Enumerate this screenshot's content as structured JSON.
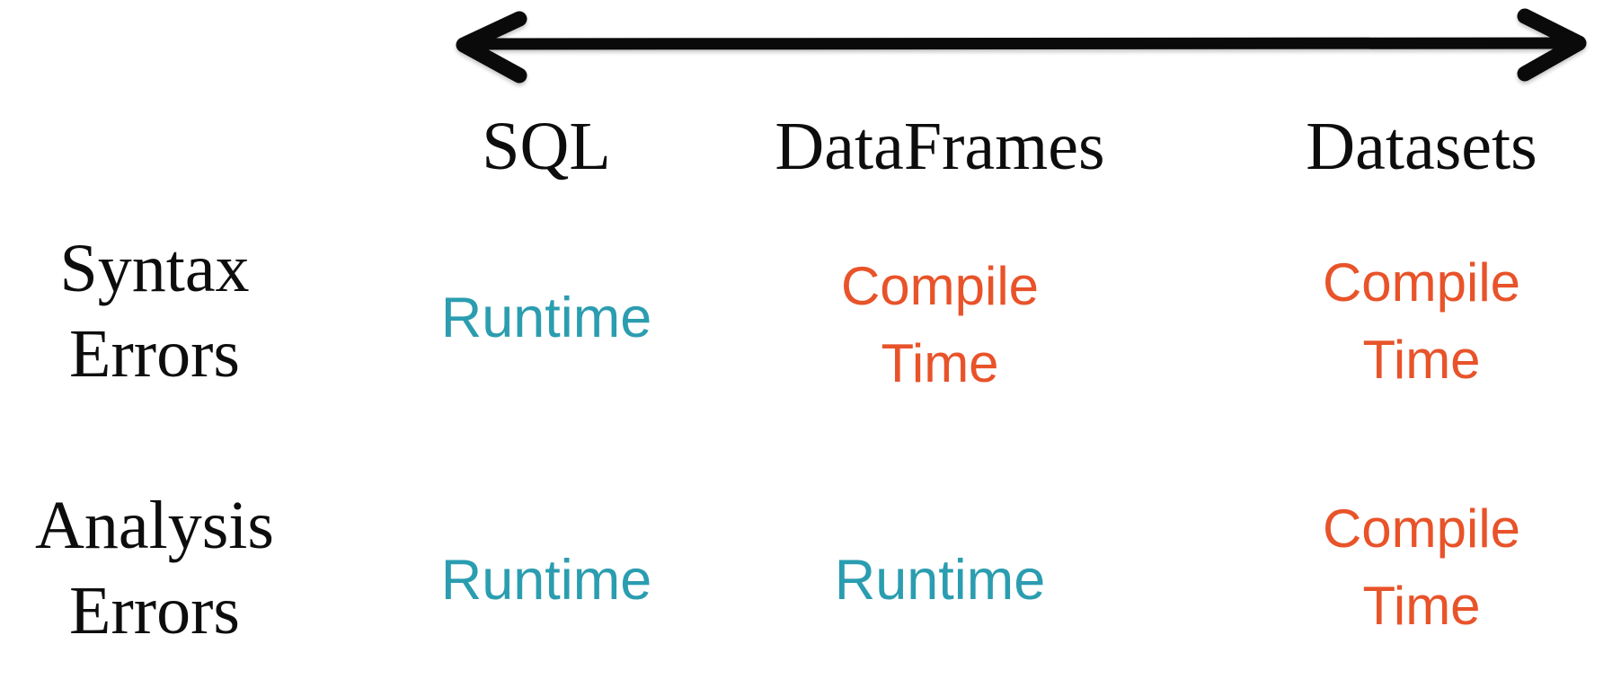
{
  "arrow": {
    "name": "double-headed-spectrum-arrow",
    "color": "#0a0a0a"
  },
  "table": {
    "columns": [
      "SQL",
      "DataFrames",
      "Datasets"
    ],
    "rows": [
      {
        "label": [
          "Syntax",
          "Errors"
        ],
        "cells": [
          {
            "lines": [
              "Runtime"
            ],
            "kind": "runtime"
          },
          {
            "lines": [
              "Compile",
              "Time"
            ],
            "kind": "compile"
          },
          {
            "lines": [
              "Compile",
              "Time"
            ],
            "kind": "compile"
          }
        ]
      },
      {
        "label": [
          "Analysis",
          "Errors"
        ],
        "cells": [
          {
            "lines": [
              "Runtime"
            ],
            "kind": "runtime"
          },
          {
            "lines": [
              "Runtime"
            ],
            "kind": "runtime"
          },
          {
            "lines": [
              "Compile",
              "Time"
            ],
            "kind": "compile"
          }
        ]
      }
    ]
  },
  "colors": {
    "runtime_teal": "#2b9db0",
    "compile_orange": "#e8532a",
    "heading_black": "#0d0d0d"
  },
  "chart_data": {
    "type": "table",
    "columns": [
      "SQL",
      "DataFrames",
      "Datasets"
    ],
    "row_labels": [
      "Syntax Errors",
      "Analysis Errors"
    ],
    "values": [
      [
        "Runtime",
        "Compile Time",
        "Compile Time"
      ],
      [
        "Runtime",
        "Runtime",
        "Compile Time"
      ]
    ]
  }
}
